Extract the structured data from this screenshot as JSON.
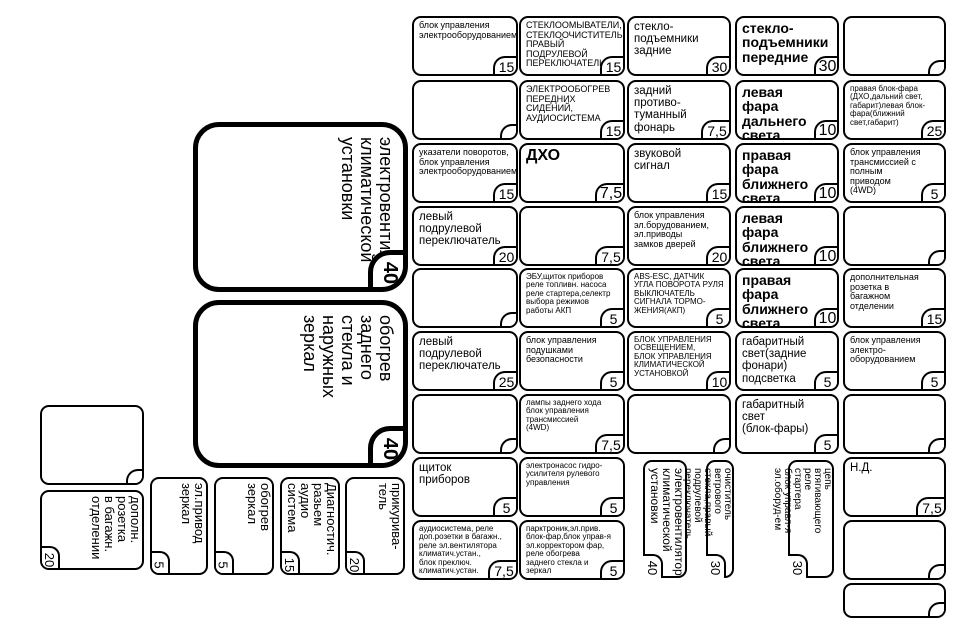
{
  "fuses": [
    {
      "id": "r1c1",
      "text": "блок управления\nэлектрооборудованием",
      "amp": "15",
      "size": "s"
    },
    {
      "id": "r1c2",
      "text": "СТЕКЛООМЫВАТЕЛИ,\nСТЕКЛООЧИСТИТЕЛЬ,\nПРАВЫЙ ПОДРУЛЕВОЙ\nПЕРЕКЛЮЧАТЕЛЬ",
      "amp": "15",
      "size": "s"
    },
    {
      "id": "r1c3",
      "text": "стекло-\nподъемники\nзадние",
      "amp": "30",
      "size": "m"
    },
    {
      "id": "r1c4",
      "text": "стекло-\nподъемники\nпередние",
      "amp": "30",
      "size": "l"
    },
    {
      "id": "r1c5",
      "text": "",
      "amp": "",
      "size": "s"
    },
    {
      "id": "r2c1",
      "text": "",
      "amp": "",
      "size": "s"
    },
    {
      "id": "r2c2",
      "text": "ЭЛЕКТРООБОГРЕВ\nПЕРЕДНИХ СИДЕНИЙ,\nАУДИОСИСТЕМА",
      "amp": "15",
      "size": "s"
    },
    {
      "id": "r2c3",
      "text": "задний\nпротиво-\nтуманный\nфонарь",
      "amp": "7,5",
      "size": "m"
    },
    {
      "id": "r2c4",
      "text": "левая\nфара\nдальнего\nсвета",
      "amp": "10",
      "size": "l"
    },
    {
      "id": "r2c5",
      "text": "правая блок-фара\n(ДХО,дальний свет,\nгабарит)левая блок-\nфара(ближний\nсвет,габарит)",
      "amp": "25",
      "size": "xs"
    },
    {
      "id": "r3c1",
      "text": "указатели поворотов,\nблок управления\nэлектрооборудованием",
      "amp": "15",
      "size": "s"
    },
    {
      "id": "r3c2",
      "text": "ДХО",
      "amp": "7,5",
      "size": "xl"
    },
    {
      "id": "r3c3",
      "text": "звуковой\nсигнал",
      "amp": "15",
      "size": "m"
    },
    {
      "id": "r3c4",
      "text": "правая\nфара\nближнего\nсвета",
      "amp": "10",
      "size": "l"
    },
    {
      "id": "r3c5",
      "text": "блок управления\nтрансмиссией с\nполным\nприводом\n(4WD)",
      "amp": "5",
      "size": "s"
    },
    {
      "id": "r4c1",
      "text": "левый\nподрулевой\nпереключатель",
      "amp": "20",
      "size": "m"
    },
    {
      "id": "r4c2",
      "text": "",
      "amp": "7,5",
      "size": "s"
    },
    {
      "id": "r4c3",
      "text": "блок управления\nэл.борудованием,\nэл.приводы\nзамков дверей",
      "amp": "20",
      "size": "s"
    },
    {
      "id": "r4c4",
      "text": "левая\nфара\nближнего\nсвета",
      "amp": "10",
      "size": "l"
    },
    {
      "id": "r4c5",
      "text": "",
      "amp": "",
      "size": "s"
    },
    {
      "id": "r5c1",
      "text": "",
      "amp": "",
      "size": "s"
    },
    {
      "id": "r5c2",
      "text": "ЭБУ,щиток приборов\nреле топливн. насоса\nреле стартера,селектр\nвыбора режимов\nработы АКП",
      "amp": "5",
      "size": "xs"
    },
    {
      "id": "r5c3",
      "text": "ABS-ESC, ДАТЧИК\nУГЛА ПОВОРОТА РУЛЯ\nВЫКЛЮЧАТЕЛЬ\nСИГНАЛА ТОРМО-\nЖЕНИЯ(АКП)",
      "amp": "5",
      "size": "xs"
    },
    {
      "id": "r5c4",
      "text": "правая\nфара\nближнего\nсвета",
      "amp": "10",
      "size": "l"
    },
    {
      "id": "r5c5",
      "text": "дополнительная\nрозетка в\nбагажном\nотделении",
      "amp": "15",
      "size": "s"
    },
    {
      "id": "r6c1",
      "text": "левый\nподрулевой\nпереключатель",
      "amp": "25",
      "size": "m"
    },
    {
      "id": "r6c2",
      "text": "блок управления\nподушками\nбезопасности",
      "amp": "5",
      "size": "s"
    },
    {
      "id": "r6c3",
      "text": "БЛОК УПРАВЛЕНИЯ\nОСВЕЩЕНИЕМ,\nБЛОК УПРАВЛЕНИЯ\nКЛИМАТИЧЕСКОЙ\nУСТАНОВКОЙ",
      "amp": "10",
      "size": "xs"
    },
    {
      "id": "r6c4",
      "text": "габаритный\nсвет(задние\nфонари)\nподсветка",
      "amp": "5",
      "size": "m"
    },
    {
      "id": "r6c5",
      "text": "блок управления\nэлектро-\nоборудованием",
      "amp": "5",
      "size": "s"
    },
    {
      "id": "r7c1",
      "text": "",
      "amp": "",
      "size": "s"
    },
    {
      "id": "r7c2",
      "text": "лампы заднего хода\nблок управления\nтрансмиссией\n(4WD)",
      "amp": "7,5",
      "size": "xs"
    },
    {
      "id": "r7c3",
      "text": "",
      "amp": "",
      "size": "s"
    },
    {
      "id": "r7c4",
      "text": "габаритный\nсвет\n(блок-фары)",
      "amp": "5",
      "size": "m"
    },
    {
      "id": "r7c5",
      "text": "",
      "amp": "",
      "size": "s"
    },
    {
      "id": "r8c1",
      "text": "щиток\nприборов",
      "amp": "5",
      "size": "m"
    },
    {
      "id": "r8c2",
      "text": "электронасос гидро-\nусилителя рулевого\nуправления",
      "amp": "5",
      "size": "xs"
    },
    {
      "id": "r8c5",
      "text": "Н.Д.",
      "amp": "7,5",
      "size": "m"
    },
    {
      "id": "r9c1",
      "text": "аудиосистема, реле\nдоп.розетки в багажн.,\nреле эл.вентилятора\nклиматич.устан.,\nблок преключ.\nклиматич.устан.",
      "amp": "7,5",
      "size": "xs"
    },
    {
      "id": "r9c2",
      "text": "парктроник,эл.прив.\nблок-фар,блок управ-я\nэл.корректором фар,\nреле обогрева\nзаднего стекла и\nзеркал",
      "amp": "5",
      "size": "xs"
    },
    {
      "id": "r9c5",
      "text": "",
      "amp": "",
      "size": "s"
    },
    {
      "id": "r10c5",
      "text": "",
      "amp": "",
      "size": "s"
    },
    {
      "id": "spare-left",
      "text": "",
      "amp": "",
      "size": "s"
    }
  ],
  "big_fuses": [
    {
      "id": "big1",
      "text": "электровентилятор\nклиматической\nустановки",
      "amp": "40"
    },
    {
      "id": "big2",
      "text": "обогрев заднего\nстекла и наружных\nзеркал",
      "amp": "40"
    }
  ],
  "vertical_fuses": [
    {
      "id": "v1",
      "text": "электровентилятор\nклиматической\nустановки",
      "amp": "40"
    },
    {
      "id": "v2",
      "text": "очиститель\nветрового\nстекла,правый\nподрулевой\nпереключатель",
      "amp": "30"
    },
    {
      "id": "v3",
      "text": "цепь втягивающего\nреле стартера\nблок управл-я\nэл.оборуд-ем",
      "amp": "30"
    }
  ],
  "bottom_fuses": [
    {
      "id": "b1",
      "text": "дополн.\nрозетка\nв багажн.\nотделении",
      "amp": "20"
    },
    {
      "id": "b2",
      "text": "эл.привод\nзеркал",
      "amp": "5"
    },
    {
      "id": "b3",
      "text": "обогрев\nзеркал",
      "amp": "5"
    },
    {
      "id": "b4",
      "text": "Диагностич.\nразьем\nаудио\nсистема",
      "amp": "15"
    },
    {
      "id": "b5",
      "text": "прикурива-\nтель",
      "amp": "20"
    }
  ]
}
